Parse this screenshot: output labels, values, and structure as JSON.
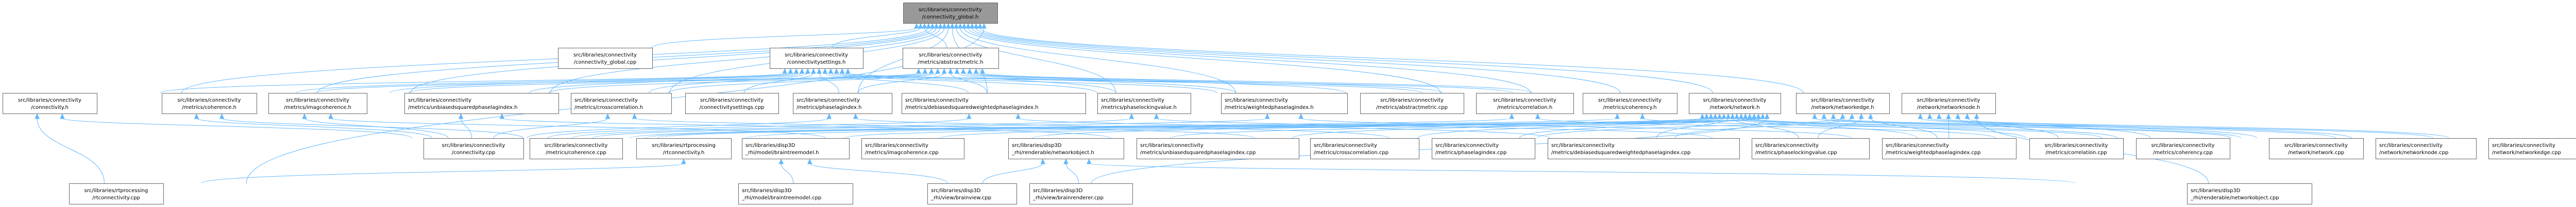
{
  "graph": {
    "title": "src/libraries/connectivity/connectivity_global.h include dependency graph",
    "colors": {
      "edge": "#63b8ff",
      "root_fill": "#999999",
      "node_fill": "#ffffff",
      "node_border": "#666666"
    },
    "nodes": [
      {
        "id": "global_h",
        "row": 0,
        "root": true,
        "lines": [
          "src/libraries/connectivity",
          "/connectivity_global.h"
        ]
      },
      {
        "id": "global_cpp",
        "row": 1,
        "lines": [
          "src/libraries/connectivity",
          "/connectivity_global.cpp"
        ]
      },
      {
        "id": "settings_h",
        "row": 1,
        "lines": [
          "src/libraries/connectivity",
          "/connectivitysettings.h"
        ]
      },
      {
        "id": "abstractmetric_h",
        "row": 1,
        "lines": [
          "src/libraries/connectivity",
          "/metrics/abstractmetric.h"
        ]
      },
      {
        "id": "connectivity_h",
        "row": 2,
        "lines": [
          "src/libraries/connectivity",
          "/connectivity.h"
        ]
      },
      {
        "id": "coherence_h",
        "row": 2,
        "lines": [
          "src/libraries/connectivity",
          "/metrics/coherence.h"
        ]
      },
      {
        "id": "imagcoherence_h",
        "row": 2,
        "lines": [
          "src/libraries/connectivity",
          "/metrics/imagcoherence.h"
        ]
      },
      {
        "id": "uspli_h",
        "row": 2,
        "align": "left",
        "lines": [
          "src/libraries/connectivity",
          "/metrics/unbiasedsquaredphaselagindex.h"
        ]
      },
      {
        "id": "crosscorrelation_h",
        "row": 2,
        "align": "left",
        "lines": [
          "src/libraries/connectivity",
          "/metrics/crosscorrelation.h"
        ]
      },
      {
        "id": "settings_cpp",
        "row": 2,
        "lines": [
          "src/libraries/connectivity",
          "/connectivitysettings.cpp"
        ]
      },
      {
        "id": "pli_h",
        "row": 2,
        "align": "left",
        "lines": [
          "src/libraries/connectivity",
          "/metrics/phaselagindex.h"
        ]
      },
      {
        "id": "dswpli_h",
        "row": 2,
        "align": "left",
        "lines": [
          "src/libraries/connectivity",
          "/metrics/debiasedsquaredweightedphaselagindex.h"
        ]
      },
      {
        "id": "plv_h",
        "row": 2,
        "align": "left",
        "lines": [
          "src/libraries/connectivity",
          "/metrics/phaselockingvalue.h"
        ]
      },
      {
        "id": "wpli_h",
        "row": 2,
        "align": "left",
        "lines": [
          "src/libraries/connectivity",
          "/metrics/weightedphaselagindex.h"
        ]
      },
      {
        "id": "abstractmetric_cpp",
        "row": 2,
        "lines": [
          "src/libraries/connectivity",
          "/metrics/abstractmetric.cpp"
        ]
      },
      {
        "id": "correlation_h",
        "row": 2,
        "lines": [
          "src/libraries/connectivity",
          "/metrics/correlation.h"
        ]
      },
      {
        "id": "coherency_h",
        "row": 2,
        "lines": [
          "src/libraries/connectivity",
          "/metrics/coherency.h"
        ]
      },
      {
        "id": "network_h",
        "row": 2,
        "lines": [
          "src/libraries/connectivity",
          "/network/network.h"
        ]
      },
      {
        "id": "networkedge_h",
        "row": 2,
        "lines": [
          "src/libraries/connectivity",
          "/network/networkedge.h"
        ]
      },
      {
        "id": "networknode_h",
        "row": 2,
        "lines": [
          "src/libraries/connectivity",
          "/network/networknode.h"
        ]
      },
      {
        "id": "connectivity_cpp",
        "row": 3,
        "lines": [
          "src/libraries/connectivity",
          "/connectivity.cpp"
        ]
      },
      {
        "id": "coherence_cpp",
        "row": 3,
        "lines": [
          "src/libraries/connectivity",
          "/metrics/coherence.cpp"
        ]
      },
      {
        "id": "rtconnectivity_h",
        "row": 3,
        "lines": [
          "src/libraries/rtprocessing",
          "/rtconnectivity.h"
        ]
      },
      {
        "id": "braintreemodel_h",
        "row": 3,
        "align": "left",
        "lines": [
          "src/libraries/disp3D",
          "_rhi/model/braintreemodel.h"
        ]
      },
      {
        "id": "imagcoherence_cpp",
        "row": 3,
        "align": "left",
        "lines": [
          "src/libraries/connectivity",
          "/metrics/imagcoherence.cpp"
        ]
      },
      {
        "id": "networkobject_h",
        "row": 3,
        "align": "left",
        "lines": [
          "src/libraries/disp3D",
          "_rhi/renderable/networkobject.h"
        ]
      },
      {
        "id": "uspli_cpp",
        "row": 3,
        "align": "left",
        "lines": [
          "src/libraries/connectivity",
          "/metrics/unbiasedsquaredphaselagindex.cpp"
        ]
      },
      {
        "id": "crosscorrelation_cpp",
        "row": 3,
        "align": "left",
        "lines": [
          "src/libraries/connectivity",
          "/metrics/crosscorrelation.cpp"
        ]
      },
      {
        "id": "pli_cpp",
        "row": 3,
        "align": "left",
        "lines": [
          "src/libraries/connectivity",
          "/metrics/phaselagindex.cpp"
        ]
      },
      {
        "id": "dswpli_cpp",
        "row": 3,
        "align": "left",
        "lines": [
          "src/libraries/connectivity",
          "/metrics/debiasedsquaredweightedphaselagindex.cpp"
        ]
      },
      {
        "id": "plv_cpp",
        "row": 3,
        "align": "left",
        "lines": [
          "src/libraries/connectivity",
          "/metrics/phaselockingvalue.cpp"
        ]
      },
      {
        "id": "wpli_cpp",
        "row": 3,
        "align": "left",
        "lines": [
          "src/libraries/connectivity",
          "/metrics/weightedphaselagindex.cpp"
        ]
      },
      {
        "id": "correlation_cpp",
        "row": 3,
        "lines": [
          "src/libraries/connectivity",
          "/metrics/correlation.cpp"
        ]
      },
      {
        "id": "coherency_cpp",
        "row": 3,
        "lines": [
          "src/libraries/connectivity",
          "/metrics/coherency.cpp"
        ]
      },
      {
        "id": "network_cpp",
        "row": 3,
        "lines": [
          "src/libraries/connectivity",
          "/network/network.cpp"
        ]
      },
      {
        "id": "networknode_cpp",
        "row": 3,
        "align": "left",
        "lines": [
          "src/libraries/connectivity",
          "/network/networknode.cpp"
        ]
      },
      {
        "id": "networkedge_cpp",
        "row": 3,
        "align": "left",
        "lines": [
          "src/libraries/connectivity",
          "/network/networkedge.cpp"
        ]
      },
      {
        "id": "rtconnectivity_cpp",
        "row": 4,
        "lines": [
          "src/libraries/rtprocessing",
          "/rtconnectivity.cpp"
        ]
      },
      {
        "id": "braintreemodel_cpp",
        "row": 4,
        "align": "left",
        "lines": [
          "src/libraries/disp3D",
          "_rhi/model/braintreemodel.cpp"
        ]
      },
      {
        "id": "brainview_cpp",
        "row": 4,
        "align": "left",
        "lines": [
          "src/libraries/disp3D",
          "_rhi/view/brainview.cpp"
        ]
      },
      {
        "id": "brainrenderer_cpp",
        "row": 4,
        "align": "left",
        "lines": [
          "src/libraries/disp3D",
          "_rhi/view/brainrenderer.cpp"
        ]
      },
      {
        "id": "networkobject_cpp",
        "row": 4,
        "align": "left",
        "lines": [
          "src/libraries/disp3D",
          "_rhi/renderable/networkobject.cpp"
        ]
      }
    ],
    "edges": [
      [
        "global_cpp",
        "global_h"
      ],
      [
        "settings_h",
        "global_h"
      ],
      [
        "abstractmetric_h",
        "global_h"
      ],
      [
        "connectivity_h",
        "global_h"
      ],
      [
        "coherence_h",
        "global_h"
      ],
      [
        "imagcoherence_h",
        "global_h"
      ],
      [
        "uspli_h",
        "global_h"
      ],
      [
        "crosscorrelation_h",
        "global_h"
      ],
      [
        "pli_h",
        "global_h"
      ],
      [
        "dswpli_h",
        "global_h"
      ],
      [
        "plv_h",
        "global_h"
      ],
      [
        "wpli_h",
        "global_h"
      ],
      [
        "correlation_h",
        "global_h"
      ],
      [
        "coherency_h",
        "global_h"
      ],
      [
        "network_h",
        "global_h"
      ],
      [
        "networkedge_h",
        "global_h"
      ],
      [
        "networknode_h",
        "global_h"
      ],
      [
        "rtconnectivity_cpp",
        "global_h"
      ],
      [
        "connectivity_h",
        "settings_h"
      ],
      [
        "coherence_h",
        "settings_h"
      ],
      [
        "imagcoherence_h",
        "settings_h"
      ],
      [
        "uspli_h",
        "settings_h"
      ],
      [
        "crosscorrelation_h",
        "settings_h"
      ],
      [
        "settings_cpp",
        "settings_h"
      ],
      [
        "pli_h",
        "settings_h"
      ],
      [
        "dswpli_h",
        "settings_h"
      ],
      [
        "plv_h",
        "settings_h"
      ],
      [
        "wpli_h",
        "settings_h"
      ],
      [
        "correlation_h",
        "settings_h"
      ],
      [
        "coherency_h",
        "settings_h"
      ],
      [
        "coherence_h",
        "abstractmetric_h"
      ],
      [
        "imagcoherence_h",
        "abstractmetric_h"
      ],
      [
        "uspli_h",
        "abstractmetric_h"
      ],
      [
        "crosscorrelation_h",
        "abstractmetric_h"
      ],
      [
        "pli_h",
        "abstractmetric_h"
      ],
      [
        "dswpli_h",
        "abstractmetric_h"
      ],
      [
        "plv_h",
        "abstractmetric_h"
      ],
      [
        "wpli_h",
        "abstractmetric_h"
      ],
      [
        "abstractmetric_cpp",
        "abstractmetric_h"
      ],
      [
        "correlation_h",
        "abstractmetric_h"
      ],
      [
        "coherency_h",
        "abstractmetric_h"
      ],
      [
        "rtconnectivity_cpp",
        "connectivity_h"
      ],
      [
        "connectivity_cpp",
        "connectivity_h"
      ],
      [
        "connectivity_cpp",
        "coherence_h"
      ],
      [
        "coherence_cpp",
        "coherence_h"
      ],
      [
        "connectivity_cpp",
        "imagcoherence_h"
      ],
      [
        "imagcoherence_cpp",
        "imagcoherence_h"
      ],
      [
        "connectivity_cpp",
        "uspli_h"
      ],
      [
        "uspli_cpp",
        "uspli_h"
      ],
      [
        "connectivity_cpp",
        "crosscorrelation_h"
      ],
      [
        "crosscorrelation_cpp",
        "crosscorrelation_h"
      ],
      [
        "connectivity_cpp",
        "pli_h"
      ],
      [
        "pli_cpp",
        "pli_h"
      ],
      [
        "connectivity_cpp",
        "dswpli_h"
      ],
      [
        "dswpli_cpp",
        "dswpli_h"
      ],
      [
        "connectivity_cpp",
        "plv_h"
      ],
      [
        "plv_cpp",
        "plv_h"
      ],
      [
        "connectivity_cpp",
        "wpli_h"
      ],
      [
        "wpli_cpp",
        "wpli_h"
      ],
      [
        "connectivity_cpp",
        "correlation_h"
      ],
      [
        "correlation_cpp",
        "correlation_h"
      ],
      [
        "connectivity_cpp",
        "coherency_h"
      ],
      [
        "coherency_cpp",
        "coherency_h"
      ],
      [
        "rtconnectivity_cpp",
        "rtconnectivity_h"
      ],
      [
        "connectivity_cpp",
        "network_h"
      ],
      [
        "coherence_cpp",
        "network_h"
      ],
      [
        "imagcoherence_cpp",
        "network_h"
      ],
      [
        "uspli_cpp",
        "network_h"
      ],
      [
        "crosscorrelation_cpp",
        "network_h"
      ],
      [
        "pli_cpp",
        "network_h"
      ],
      [
        "dswpli_cpp",
        "network_h"
      ],
      [
        "plv_cpp",
        "network_h"
      ],
      [
        "wpli_cpp",
        "network_h"
      ],
      [
        "correlation_cpp",
        "network_h"
      ],
      [
        "coherency_cpp",
        "network_h"
      ],
      [
        "network_cpp",
        "network_h"
      ],
      [
        "rtconnectivity_h",
        "network_h"
      ],
      [
        "braintreemodel_h",
        "network_h"
      ],
      [
        "networkobject_h",
        "network_h"
      ],
      [
        "brainview_cpp",
        "network_h"
      ],
      [
        "network_cpp",
        "networkedge_h"
      ],
      [
        "networknode_cpp",
        "networkedge_h"
      ],
      [
        "networkedge_cpp",
        "networkedge_h"
      ],
      [
        "pli_cpp",
        "networkedge_h"
      ],
      [
        "dswpli_cpp",
        "networkedge_h"
      ],
      [
        "plv_cpp",
        "networkedge_h"
      ],
      [
        "wpli_cpp",
        "networkedge_h"
      ],
      [
        "network_cpp",
        "networknode_h"
      ],
      [
        "networknode_cpp",
        "networknode_h"
      ],
      [
        "networkedge_cpp",
        "networknode_h"
      ],
      [
        "wpli_cpp",
        "networknode_h"
      ],
      [
        "correlation_cpp",
        "networknode_h"
      ],
      [
        "coherency_cpp",
        "networknode_h"
      ],
      [
        "networkobject_cpp",
        "networknode_h"
      ],
      [
        "braintreemodel_cpp",
        "braintreemodel_h"
      ],
      [
        "brainview_cpp",
        "braintreemodel_h"
      ],
      [
        "brainview_cpp",
        "networkobject_h"
      ],
      [
        "brainrenderer_cpp",
        "networkobject_h"
      ],
      [
        "networkobject_cpp",
        "networkobject_h"
      ]
    ]
  }
}
